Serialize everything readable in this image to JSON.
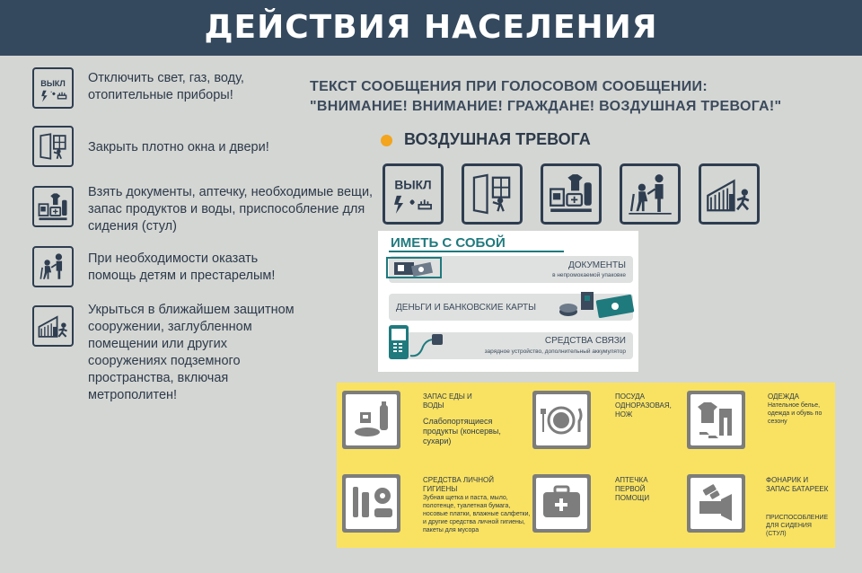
{
  "header": {
    "title": "ДЕЙСТВИЯ НАСЕЛЕНИЯ"
  },
  "actions": [
    {
      "text": "Отключить свет, газ, воду, отопительные приборы!",
      "icon": "power-off-icon",
      "icon_label": "ВЫКЛ"
    },
    {
      "text": "Закрыть плотно окна и двери!",
      "icon": "door-window-icon"
    },
    {
      "text": "Взять документы, аптечку, необходимые вещи, запас продуктов и воды, приспособление для сидения (стул)",
      "icon": "supplies-icon"
    },
    {
      "text": "При необходимости оказать помощь детям и престарелым!",
      "icon": "help-people-icon"
    },
    {
      "text": "Укрыться в ближайшем защитном сооружении, заглубленном помещении или других сооружениях подземного пространства, включая метрополитен!",
      "icon": "shelter-icon"
    }
  ],
  "voice": {
    "line1": "ТЕКСТ СООБЩЕНИЯ ПРИ ГОЛОСОВОМ СООБЩЕНИИ:",
    "line2": "\"ВНИМАНИЕ! ВНИМАНИЕ! ГРАЖДАНЕ! ВОЗДУШНАЯ ТРЕВОГА!\""
  },
  "alert": {
    "title": "ВОЗДУШНАЯ ТРЕВОГА",
    "dot_color": "#f2a51d",
    "icon_label": "ВЫКЛ"
  },
  "carry": {
    "title": "ИМЕТЬ С СОБОЙ",
    "items": [
      {
        "label": "ДОКУМЕНТЫ",
        "sub": "в непромокаемой упаковке"
      },
      {
        "label": "ДЕНЬГИ И БАНКОВСКИЕ КАРТЫ",
        "sub": ""
      },
      {
        "label": "СРЕДСТВА СВЯЗИ",
        "sub": "зарядное устройство, дополнительный аккумулятор"
      }
    ]
  },
  "kit": [
    {
      "caption": "ЗАПАС ЕДЫ И ВОДЫ",
      "sub": "Слабопортящиеся продукты (консервы, сухари)",
      "icon": "food-water-icon"
    },
    {
      "caption": "ПОСУДА ОДНОРАЗОВАЯ, НОЖ",
      "sub": "",
      "icon": "dishes-icon"
    },
    {
      "caption": "ОДЕЖДА",
      "sub": "Нательное белье, одежда и обувь по сезону",
      "icon": "clothes-icon"
    },
    {
      "caption": "СРЕДСТВА ЛИЧНОЙ ГИГИЕНЫ",
      "sub": "Зубная щетка и паста, мыло, полотенце, туалетная бумага, носовые платки, влажные салфетки, и другие средства личной гигиены, пакеты для мусора",
      "icon": "hygiene-icon"
    },
    {
      "caption": "АПТЕЧКА ПЕРВОЙ ПОМОЩИ",
      "sub": "",
      "icon": "first-aid-icon"
    },
    {
      "caption": "ФОНАРИК И ЗАПАС БАТАРЕЕК",
      "sub": "ПРИСПОСОБЛЕНИЕ ДЛЯ СИДЕНИЯ (СТУЛ)",
      "icon": "flashlight-icon"
    }
  ]
}
